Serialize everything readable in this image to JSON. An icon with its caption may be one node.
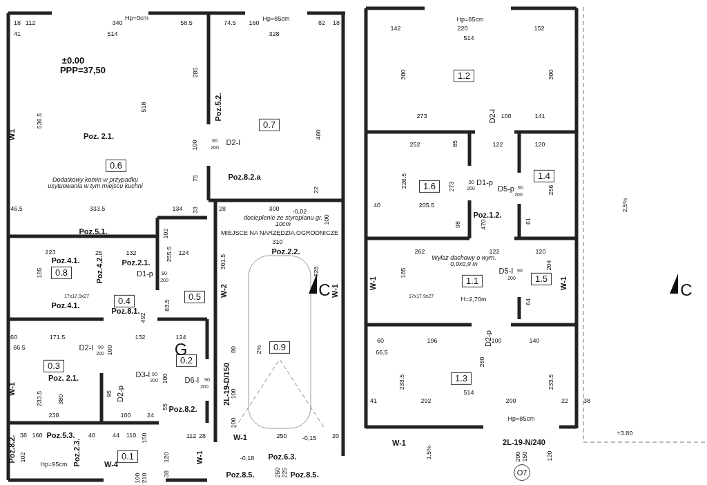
{
  "diagram": {
    "nodes": [
      {
        "text": [
          "0.6"
        ]
      },
      {
        "text": [
          "0.7"
        ]
      },
      {
        "text": [
          "0.8"
        ]
      },
      {
        "text": [
          "0.5"
        ]
      },
      {
        "text": [
          "0.4"
        ]
      },
      {
        "text": [
          "0.9"
        ]
      },
      {
        "text": [
          "0.2"
        ]
      },
      {
        "text": [
          "0.3"
        ]
      },
      {
        "text": [
          "0.1"
        ]
      },
      {
        "text": [
          "1.2"
        ]
      },
      {
        "text": [
          "1.4"
        ]
      },
      {
        "text": [
          "1.6"
        ]
      },
      {
        "text": [
          "1.5"
        ]
      },
      {
        "text": [
          "1.1"
        ]
      },
      {
        "text": [
          "1.3"
        ]
      },
      {
        "text": [
          "O7"
        ]
      }
    ],
    "labels": [
      "18",
      "112",
      "340",
      "Hp=0cm",
      "58.5",
      "41",
      "514",
      "±0.00",
      "PPP=37,50",
      "536.5",
      "518",
      "W1",
      "Poz. 2.1.",
      "Dodatkowy komin w przypadku usytuowania w tym miejscu kuchni",
      "46.5",
      "333.5",
      "134",
      "Poz.5.1.",
      "285",
      "Hp=85cm",
      "74.5",
      "160",
      "82",
      "18",
      "328",
      "Poz.5.2.",
      "100",
      "D2-I",
      "90",
      "200",
      "460",
      "75",
      "Poz.8.2.a",
      "22",
      "33",
      "28",
      "300",
      "-0,02",
      "docieplenie ze styropianu gr. 10cm",
      "100",
      "MIEJSCE NA NARZĘDZIA OGRODNICZE",
      "310",
      "102",
      "223",
      "Poz.4.1.",
      "25",
      "132",
      "Poz.2.1.",
      "185",
      "Poz.4.2.",
      "D1-p",
      "80",
      "200",
      "255.5",
      "124",
      "17x17,9x27",
      "Poz.4.1.",
      "Poz.8.1.",
      "492",
      "63.5",
      "60",
      "171.5",
      "132",
      "124",
      "G",
      "66.5",
      "D2-I",
      "90",
      "200",
      "100",
      "Poz. 2.1.",
      "D3-I",
      "90",
      "200",
      "D6-I",
      "90",
      "200",
      "W-1",
      "233.5",
      "380",
      "95",
      "D2-p",
      "100",
      "55",
      "238",
      "100",
      "24",
      "Poz.8.2.",
      "38",
      "160",
      "Poz.5.3.",
      "40",
      "44",
      "110",
      "150",
      "112",
      "28",
      "Poz.8.2.",
      "102",
      "Poz.2.3.",
      "W-1",
      "Hp=95cm",
      "W-4",
      "120",
      "38",
      "100",
      "210",
      "Poz.2.2.",
      "301.5",
      "628",
      "W-2",
      "C",
      "W-1",
      "80",
      "2%",
      "2L-19-D/150",
      "100",
      "100",
      "250",
      "W-1",
      "-0,15",
      "20",
      "-0,18",
      "Poz.6.3.",
      "Poz.8.5.",
      "250",
      "225",
      "Poz.8.5.",
      "Hp=85cm",
      "142",
      "220",
      "152",
      "514",
      "300",
      "300",
      "273",
      "D2-I",
      "100",
      "141",
      "252",
      "122",
      "120",
      "85",
      "226.5",
      "273",
      "D1-p",
      "80",
      "200",
      "D5-p",
      "90",
      "200",
      "256",
      "40",
      "205.5",
      "Poz.1.2.",
      "98",
      "470",
      "61",
      "262",
      "122",
      "120",
      "Wyłaz dachowy o wym. 0,9x0,9 m",
      "D5-I",
      "90",
      "200",
      "185",
      "204",
      "W-1",
      "W-1",
      "17x17,9x27",
      "H=2,70m",
      "64",
      "D2-p",
      "60",
      "196",
      "100",
      "140",
      "66.5",
      "260",
      "233.5",
      "233.5",
      "514",
      "41",
      "292",
      "200",
      "22",
      "38",
      "Hp=85cm",
      "W-1",
      "1,5%",
      "2L-19-N/240",
      "200",
      "150",
      "120",
      "+3.80",
      "2,5%",
      "C"
    ]
  }
}
